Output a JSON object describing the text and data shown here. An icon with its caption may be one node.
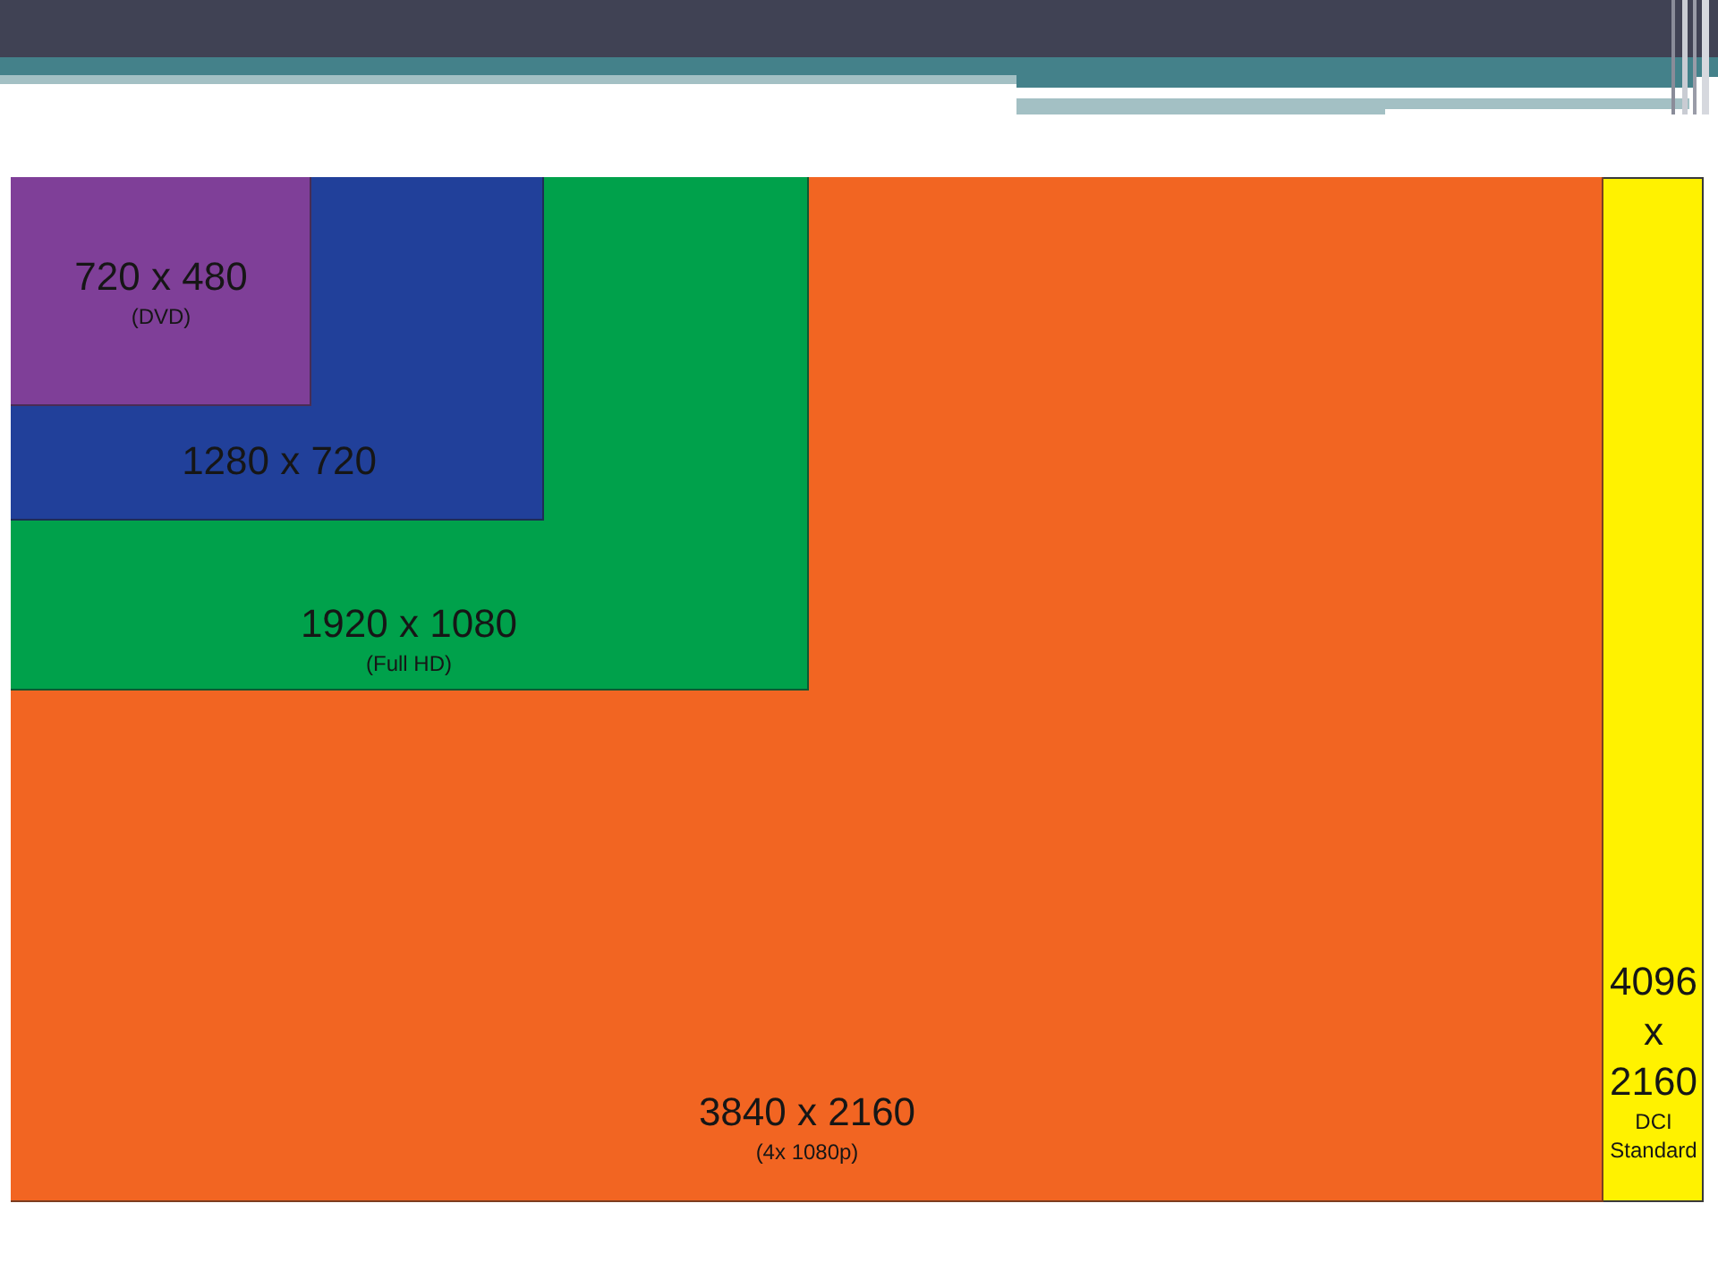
{
  "diagram": {
    "nodes": [
      {
        "text": [
          "4096 x 2160",
          "DCI Standard"
        ]
      },
      {
        "text": [
          "3840 x 2160",
          "(4x 1080p)"
        ],
        "in": 0
      },
      {
        "text": [
          "1920 x 1080",
          "(Full HD)"
        ],
        "in": 1
      },
      {
        "text": [
          "1280 x 720"
        ],
        "in": 2
      },
      {
        "text": [
          "720 x 480",
          "(DVD)"
        ],
        "in": 3
      }
    ]
  }
}
